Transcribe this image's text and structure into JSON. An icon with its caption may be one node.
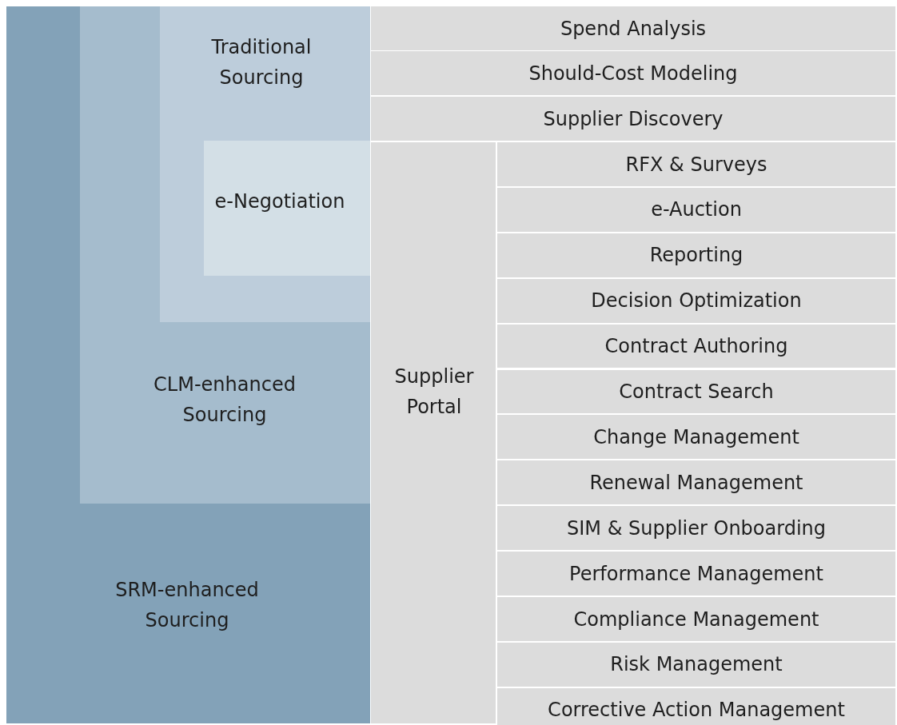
{
  "diagram": {
    "nodes": [
      {
        "text": [
          "SRM-enhanced Sourcing"
        ]
      },
      {
        "text": [
          "CLM-enhanced Sourcing"
        ],
        "in": 0
      },
      {
        "text": [
          "Traditional Sourcing"
        ],
        "in": 1
      },
      {
        "text": [
          "e-Negotiation"
        ],
        "in": 2
      },
      {
        "text": [
          "Spend Analysis"
        ]
      },
      {
        "text": [
          "Should-Cost Modeling"
        ]
      },
      {
        "text": [
          "Supplier Discovery"
        ]
      },
      {
        "text": [
          "Supplier Portal"
        ]
      },
      {
        "text": [
          "RFX & Surveys"
        ]
      },
      {
        "text": [
          "e-Auction"
        ]
      },
      {
        "text": [
          "Reporting"
        ]
      },
      {
        "text": [
          "Decision Optimization"
        ]
      },
      {
        "text": [
          "Contract Authoring"
        ]
      },
      {
        "text": [
          "Contract Search"
        ]
      },
      {
        "text": [
          "Change Management"
        ]
      },
      {
        "text": [
          "Renewal Management"
        ]
      },
      {
        "text": [
          "SIM & Supplier Onboarding"
        ]
      },
      {
        "text": [
          "Performance Management"
        ]
      },
      {
        "text": [
          "Compliance Management"
        ]
      },
      {
        "text": [
          "Risk Management"
        ]
      },
      {
        "text": [
          "Corrective Action Management"
        ]
      }
    ]
  }
}
